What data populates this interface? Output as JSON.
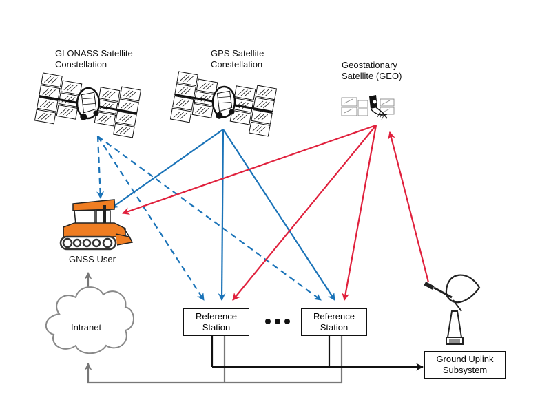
{
  "labels": {
    "glonass": [
      "GLONASS Satellite",
      "Constellation"
    ],
    "gps": [
      "GPS Satellite",
      "Constellation"
    ],
    "geo": [
      "Geostationary",
      "Satellite (GEO)"
    ],
    "user": "GNSS User",
    "intranet": "Intranet",
    "ref1": [
      "Reference",
      "Station"
    ],
    "ref2": [
      "Reference",
      "Station"
    ],
    "uplink": [
      "Ground Uplink",
      "Subsystem"
    ]
  },
  "colors": {
    "gps_link": "#1a73b8",
    "geo_link": "#e0203c",
    "ground_link": "#777777",
    "wire": "#111111",
    "tractor_body": "#ef7d22"
  },
  "icons": [
    "glonass-satellite-icon",
    "gps-satellite-icon",
    "geo-satellite-icon",
    "tractor-icon",
    "cloud-icon",
    "satellite-dish-icon",
    "ellipsis-dots"
  ]
}
